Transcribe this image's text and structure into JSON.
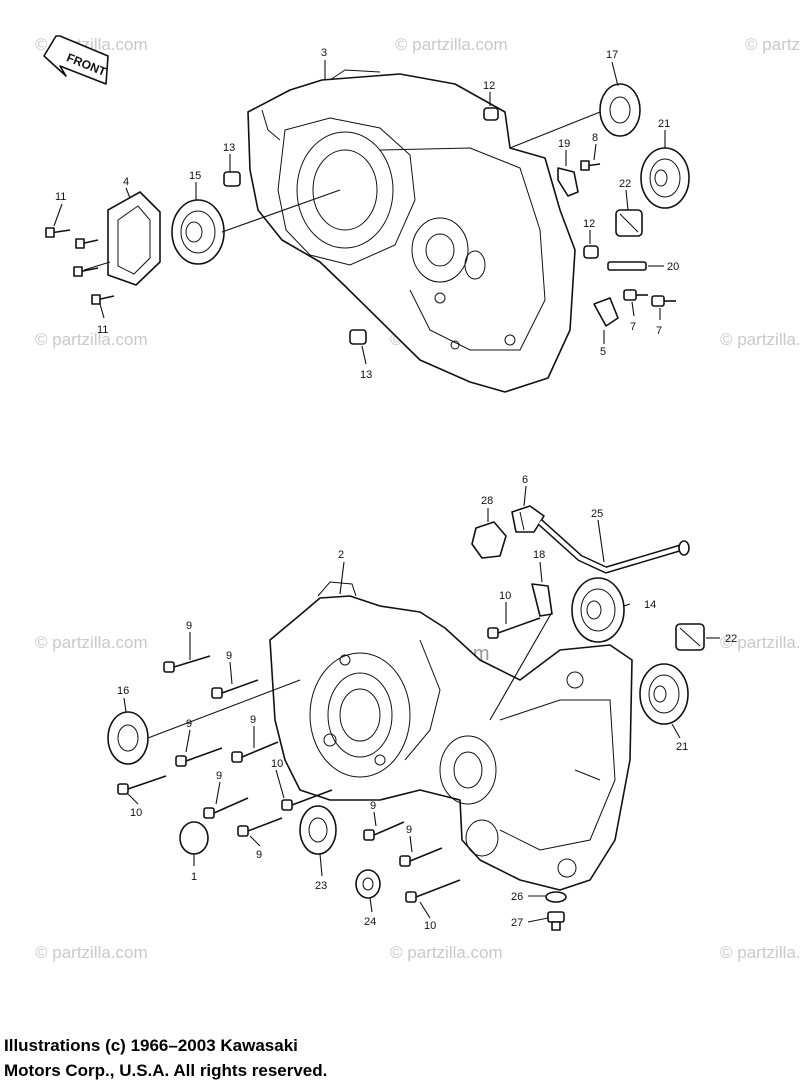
{
  "front_badge": "FRONT",
  "watermark": "© partzilla.com",
  "center_watermark": "Partzilla.com",
  "copyright": {
    "line1": "Illustrations (c) 1966–2003 Kawasaki",
    "line2": "Motors Corp., U.S.A.  All rights reserved."
  },
  "upper_callouts": [
    "3",
    "17",
    "12",
    "21",
    "13",
    "8",
    "19",
    "11",
    "4",
    "15",
    "22",
    "12",
    "20",
    "11",
    "7",
    "7",
    "5",
    "13"
  ],
  "lower_callouts": [
    "28",
    "6",
    "25",
    "2",
    "18",
    "10",
    "14",
    "22",
    "9",
    "9",
    "16",
    "9",
    "9",
    "21",
    "10",
    "9",
    "10",
    "9",
    "9",
    "9",
    "23",
    "1",
    "10",
    "24",
    "26",
    "27"
  ]
}
